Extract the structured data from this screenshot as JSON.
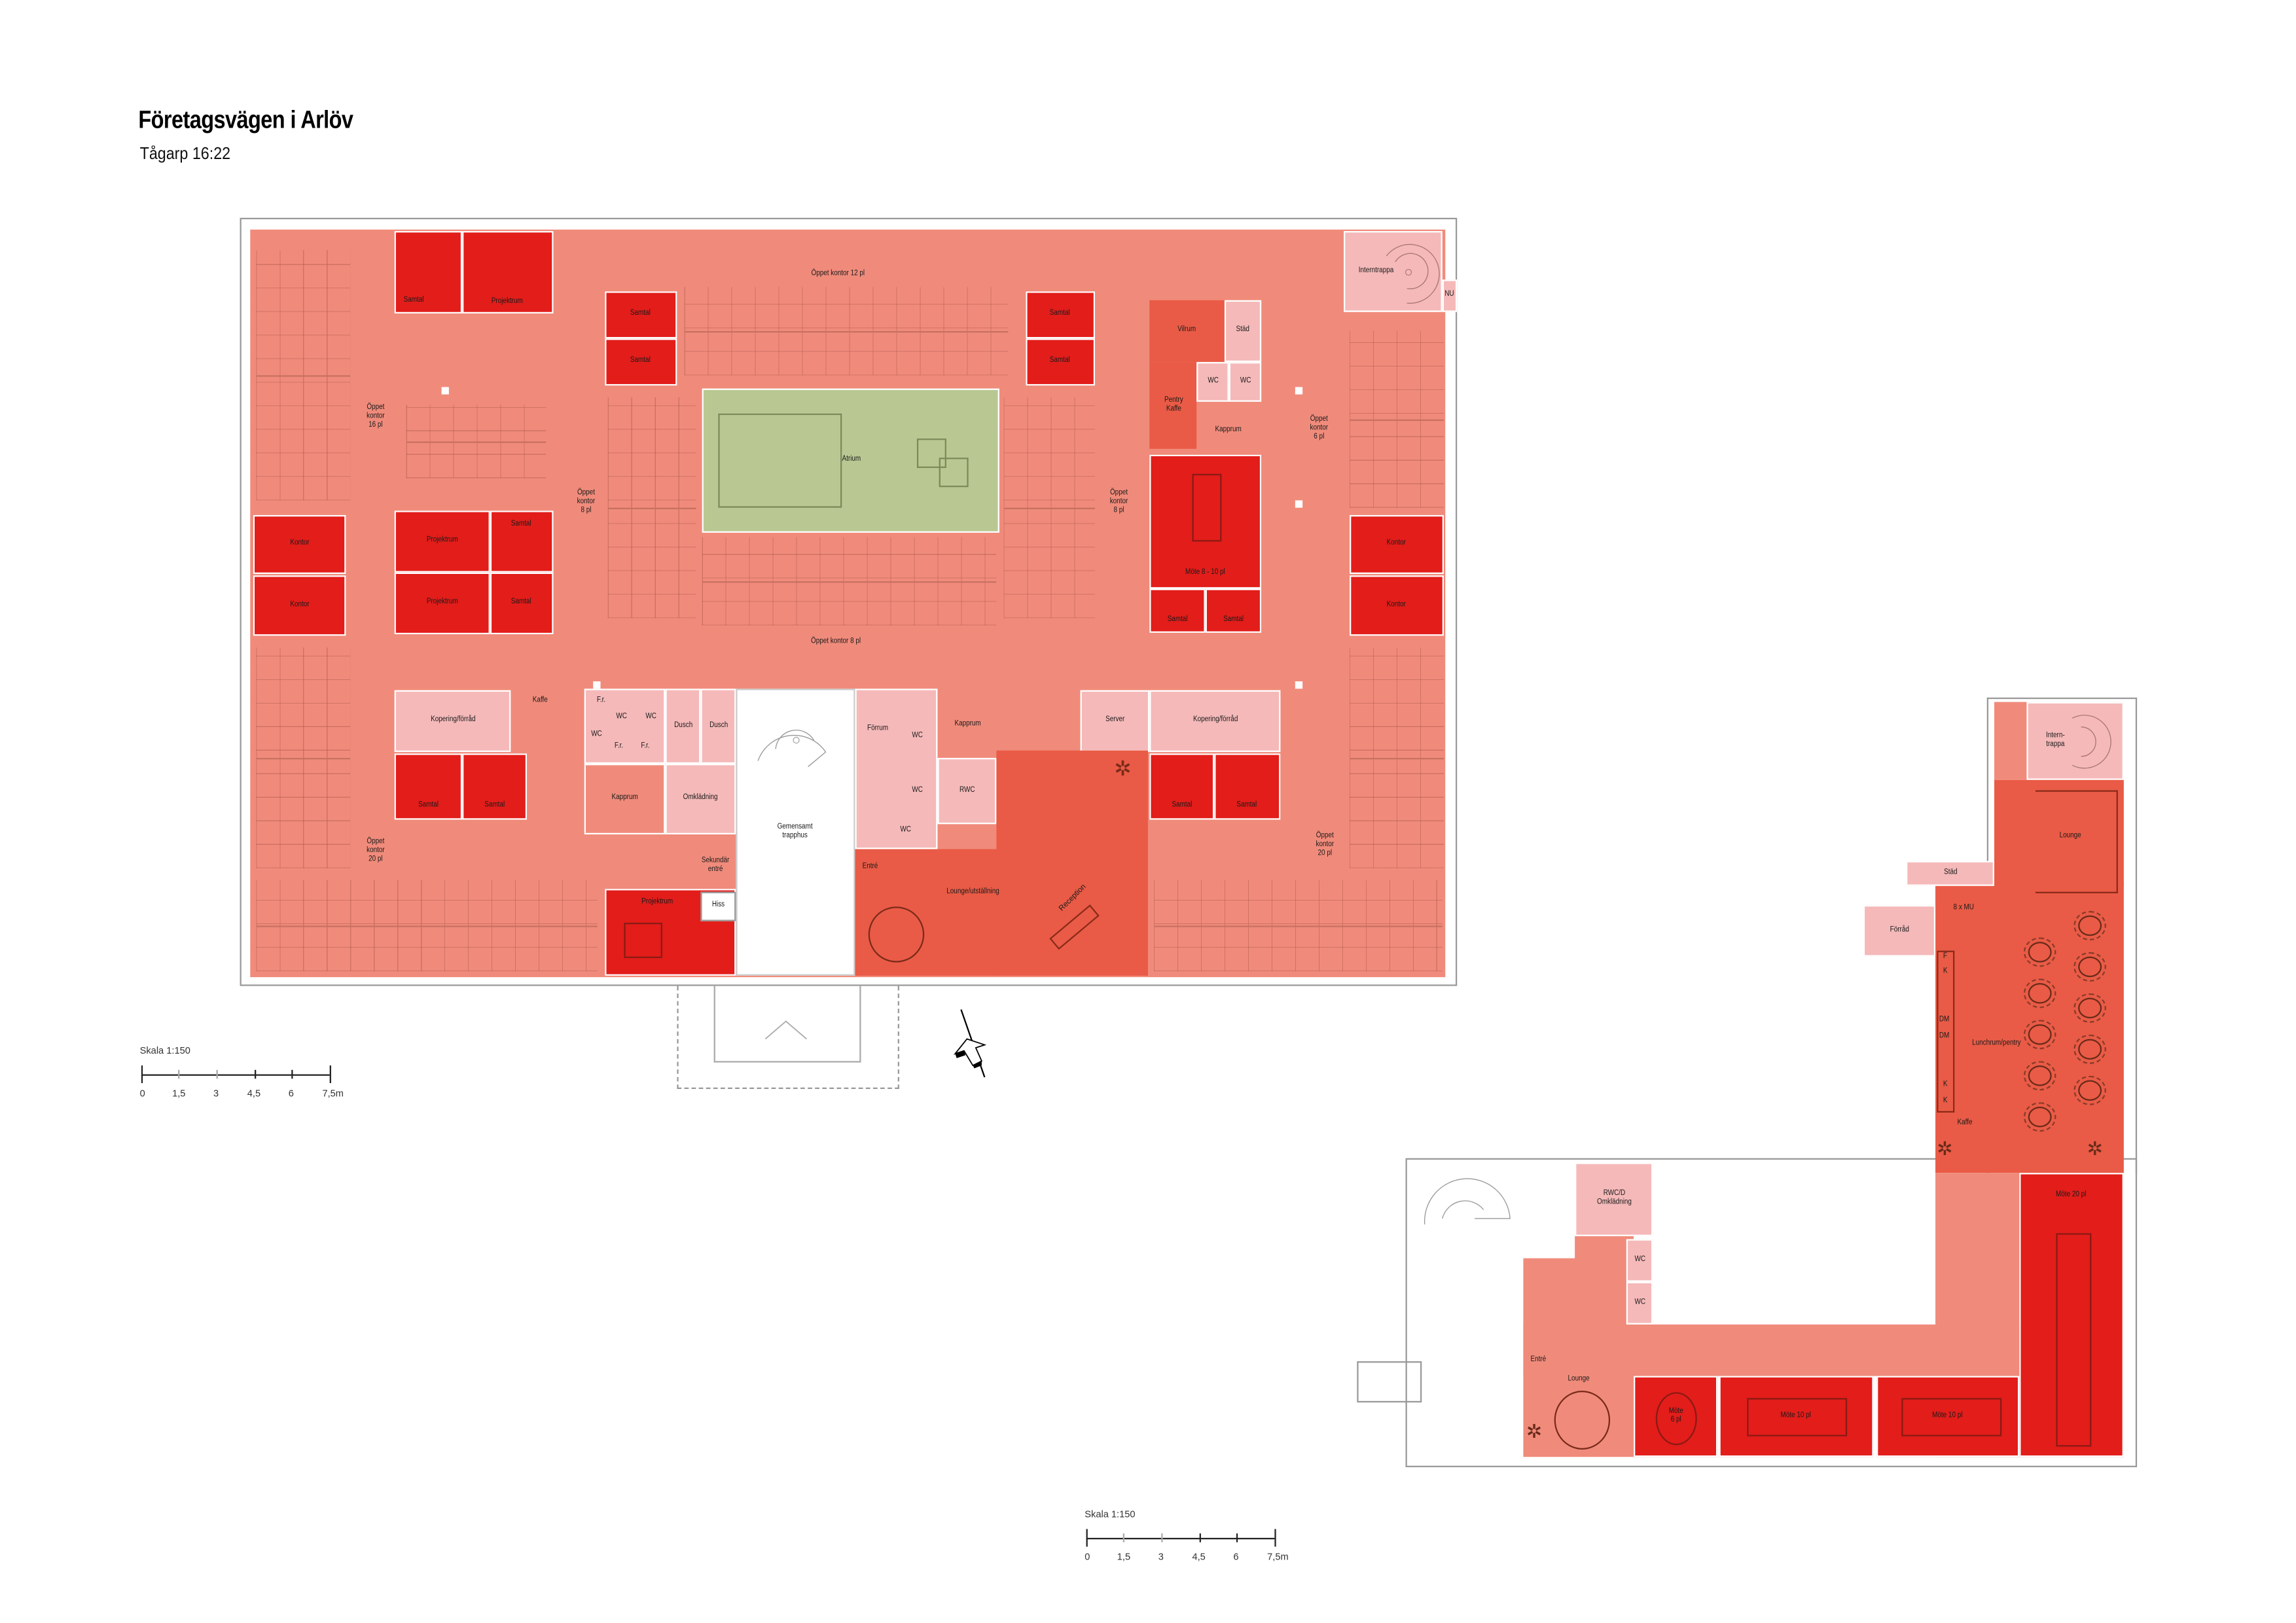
{
  "header": {
    "title": "Företagsvägen i Arlöv",
    "subtitle": "Tågarp 16:22"
  },
  "colors": {
    "open_office": "#F08B7B",
    "meeting": "#E21D1A",
    "social": "#E95B46",
    "support": "#F5B9B9",
    "atrium": "#B9C892"
  },
  "main_plan": {
    "rooms": {
      "samtal_a": "Samtal",
      "projektrum_a": "Projektrum",
      "samtal_b": "Samtal",
      "samtal_c": "Samtal",
      "oppet_12": "Öppet kontor 12 pl",
      "samtal_d": "Samtal",
      "samtal_e": "Samtal",
      "vilrum": "Vilrum",
      "stad": "Städ",
      "pentry": "Pentry\nKaffe",
      "wc_a": "WC",
      "wc_b": "WC",
      "kapprum_a": "Kapprum",
      "interntrappa": "Interntrappa",
      "nu": "NU",
      "oppet_16": "Öppet\nkontor\n16 pl",
      "oppet_8a": "Öppet\nkontor\n8 pl",
      "atrium": "Atrium",
      "oppet_8b": "Öppet\nkontor\n8 pl",
      "oppet_6": "Öppet\nkontor\n6 pl",
      "kontor_a": "Kontor",
      "kontor_b": "Kontor",
      "projektrum_b": "Projektrum",
      "samtal_f": "Samtal",
      "projektrum_c": "Projektrum",
      "samtal_g": "Samtal",
      "mote_8_10": "Möte 8 - 10 pl",
      "samtal_h": "Samtal",
      "samtal_i": "Samtal",
      "kontor_c": "Kontor",
      "kontor_d": "Kontor",
      "oppet_8c": "Öppet kontor 8 pl",
      "kopering_a": "Kopering/förråd",
      "kaffe": "Kaffe",
      "samtal_j": "Samtal",
      "samtal_k": "Samtal",
      "fr_a": "F.r.",
      "wc_c": "WC",
      "wc_d": "WC",
      "wc_e": "WC",
      "fr_b": "F.r.",
      "fr_c": "F.r.",
      "dusch_a": "Dusch",
      "dusch_b": "Dusch",
      "kapprum_b": "Kapprum",
      "omkladning": "Omklädning",
      "trapphus": "Gemensamt\ntrapphus",
      "forrum": "Förrum",
      "wc_f": "WC",
      "wc_g": "WC",
      "wc_h": "WC",
      "rwc": "RWC",
      "kapprum_c": "Kapprum",
      "server": "Server",
      "kopering_b": "Kopering/förråd",
      "samtal_l": "Samtal",
      "samtal_m": "Samtal",
      "oppet_20a": "Öppet\nkontor\n20 pl",
      "oppet_20b": "Öppet\nkontor\n20 pl",
      "sekundar": "Sekundär\nentré",
      "projektrum_d": "Projektrum",
      "hiss": "Hiss",
      "entre": "Entré",
      "lounge": "Lounge/utställning",
      "reception": "Reception"
    },
    "scale": {
      "label": "Skala 1:150",
      "ticks": [
        "0",
        "1,5",
        "3",
        "4,5",
        "6",
        "7,5m"
      ]
    }
  },
  "annex_plan": {
    "rooms": {
      "interntrappa": "Intern-\ntrappa",
      "lounge_a": "Lounge",
      "stad": "Städ",
      "forrad": "Förråd",
      "mu": "8 x MU",
      "f": "F",
      "k1": "K",
      "dm1": "DM",
      "dm2": "DM",
      "k2": "K",
      "k3": "K",
      "lunch": "Lunchrum/pentry",
      "kaffe": "Kaffe",
      "mote_20": "Möte 20 pl",
      "rwc_d": "RWC/D\nOmklädning",
      "wc_a": "WC",
      "wc_b": "WC",
      "entre": "Entré",
      "lounge_b": "Lounge",
      "mote_6": "Möte\n6 pl",
      "mote_10a": "Möte 10 pl",
      "mote_10b": "Möte 10 pl"
    },
    "scale": {
      "label": "Skala 1:150",
      "ticks": [
        "0",
        "1,5",
        "3",
        "4,5",
        "6",
        "7,5m"
      ]
    }
  }
}
